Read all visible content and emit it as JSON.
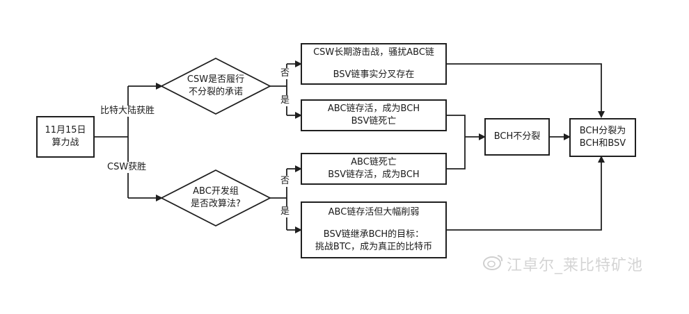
{
  "start": {
    "line1": "11月15日",
    "line2": "算力战"
  },
  "branches": {
    "top": "比特大陆获胜",
    "bottom": "CSW获胜"
  },
  "decision_top": {
    "line1": "CSW是否履行",
    "line2": "不分裂的承诺"
  },
  "decision_bottom": {
    "line1": "ABC开发组",
    "line2": "是否改算法?"
  },
  "answers": {
    "no": "否",
    "yes": "是"
  },
  "outcome1": {
    "line1": "CSW长期游击战，骚扰ABC链",
    "line2": "BSV链事实分叉存在"
  },
  "outcome2": {
    "line1": "ABC链存活，成为BCH",
    "line2": "BSV链死亡"
  },
  "outcome3": {
    "line1": "ABC链死亡",
    "line2": "BSV链存活，成为BCH"
  },
  "outcome4": {
    "line1": "ABC链存活但大幅削弱",
    "line2": "BSV链继承BCH的目标：",
    "line3": "挑战BTC，成为真正的比特币"
  },
  "result_no_split": "BCH不分裂",
  "result_split": {
    "line1": "BCH分裂为",
    "line2": "BCH和BSV"
  },
  "watermark": {
    "text": "江卓尔_莱比特矿池",
    "icon": "weibo-icon"
  },
  "colors": {
    "line": "#1f1f1f",
    "watermark": "#a0a0a0"
  }
}
